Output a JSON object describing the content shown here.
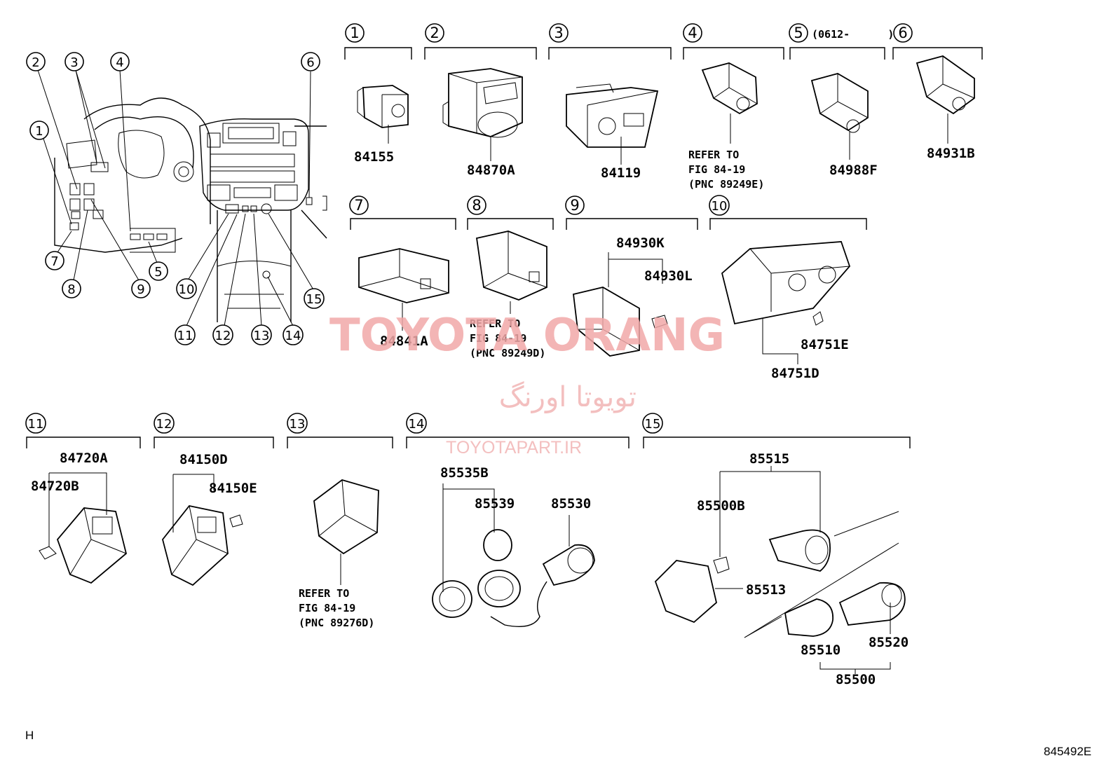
{
  "diagram_id": "845492E",
  "corner_mark": "H",
  "sections": [
    {
      "num": "1",
      "parts": [
        "84155"
      ]
    },
    {
      "num": "2",
      "parts": [
        "84870A"
      ]
    },
    {
      "num": "3",
      "parts": [
        "84119"
      ]
    },
    {
      "num": "4",
      "refer": [
        "REFER TO",
        "FIG 84-19",
        "(PNC 89249E)"
      ]
    },
    {
      "num": "5",
      "note": "(0612-      )",
      "parts": [
        "84988F"
      ]
    },
    {
      "num": "6",
      "parts": [
        "84931B"
      ]
    },
    {
      "num": "7",
      "parts": [
        "84841A"
      ]
    },
    {
      "num": "8",
      "refer": [
        "REFER TO",
        "FIG 84-19",
        "(PNC 89249D)"
      ]
    },
    {
      "num": "9",
      "parts": [
        "84930K",
        "84930L"
      ]
    },
    {
      "num": "10",
      "parts": [
        "84751E",
        "84751D"
      ]
    },
    {
      "num": "11",
      "parts": [
        "84720A",
        "84720B"
      ]
    },
    {
      "num": "12",
      "parts": [
        "84150D",
        "84150E"
      ]
    },
    {
      "num": "13",
      "refer": [
        "REFER TO",
        "FIG 84-19",
        "(PNC 89276D)"
      ]
    },
    {
      "num": "14",
      "parts": [
        "85535B",
        "85539",
        "85530"
      ]
    },
    {
      "num": "15",
      "parts": [
        "85515",
        "85500B",
        "85513",
        "85510",
        "85520",
        "85500"
      ]
    }
  ],
  "overview_callouts": [
    "1",
    "2",
    "3",
    "4",
    "5",
    "6",
    "7",
    "8",
    "9",
    "10",
    "11",
    "12",
    "13",
    "14",
    "15"
  ],
  "watermark": {
    "title": "TOYOTA ORANG",
    "persian": "تویوتا اورنگ",
    "site": "TOYOTAPART.IR"
  }
}
